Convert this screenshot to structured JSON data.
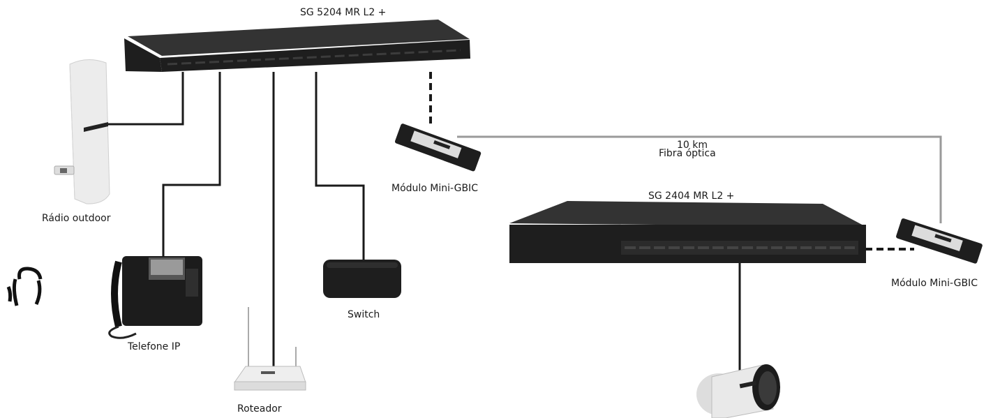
{
  "devices": {
    "main_switch": "SG 5204 MR L2 +",
    "secondary_switch": "SG 2404 MR L2 +",
    "gbic_left": "Módulo Mini-GBIC",
    "gbic_right": "Módulo Mini-GBIC",
    "radio": "Rádio outdoor",
    "phone": "Telefone IP",
    "router": "Roteador",
    "small_switch": "Switch"
  },
  "link": {
    "distance": "10 km",
    "medium": "Fibra óptica"
  },
  "colors": {
    "device_body": "#1e1e1e",
    "device_top": "#2d2d2d",
    "cable": "#1a1a1a",
    "fiber": "#9a9a9a"
  }
}
